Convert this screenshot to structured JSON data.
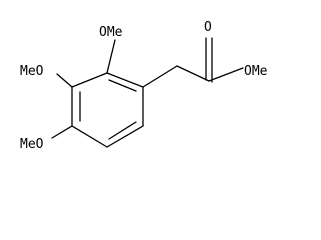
{
  "labels": {
    "ome_top": "OMe",
    "meo_left": "MeO",
    "meo_bottom": "MeO",
    "carbonyl_o": "O",
    "ester_ome": "OMe"
  }
}
